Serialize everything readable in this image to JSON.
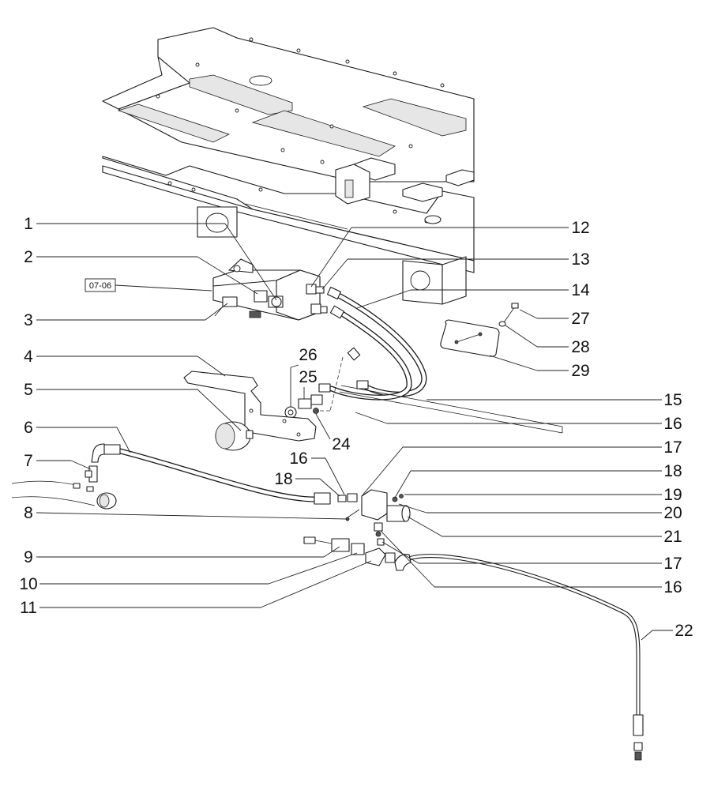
{
  "reference_box": {
    "text": "07-06"
  },
  "labels_left": [
    {
      "num": "1"
    },
    {
      "num": "2"
    },
    {
      "num": "3"
    },
    {
      "num": "4"
    },
    {
      "num": "5"
    },
    {
      "num": "6"
    },
    {
      "num": "7"
    },
    {
      "num": "8"
    },
    {
      "num": "9"
    },
    {
      "num": "10"
    },
    {
      "num": "11"
    }
  ],
  "labels_right": [
    {
      "num": "12"
    },
    {
      "num": "13"
    },
    {
      "num": "14"
    },
    {
      "num": "27"
    },
    {
      "num": "28"
    },
    {
      "num": "29"
    },
    {
      "num": "15"
    },
    {
      "num": "16"
    },
    {
      "num": "17"
    },
    {
      "num": "18"
    },
    {
      "num": "19"
    },
    {
      "num": "20"
    },
    {
      "num": "21"
    },
    {
      "num": "17"
    },
    {
      "num": "16"
    },
    {
      "num": "22"
    }
  ],
  "labels_center": [
    {
      "num": "26"
    },
    {
      "num": "25"
    },
    {
      "num": "24"
    },
    {
      "num": "16"
    },
    {
      "num": "18"
    }
  ]
}
